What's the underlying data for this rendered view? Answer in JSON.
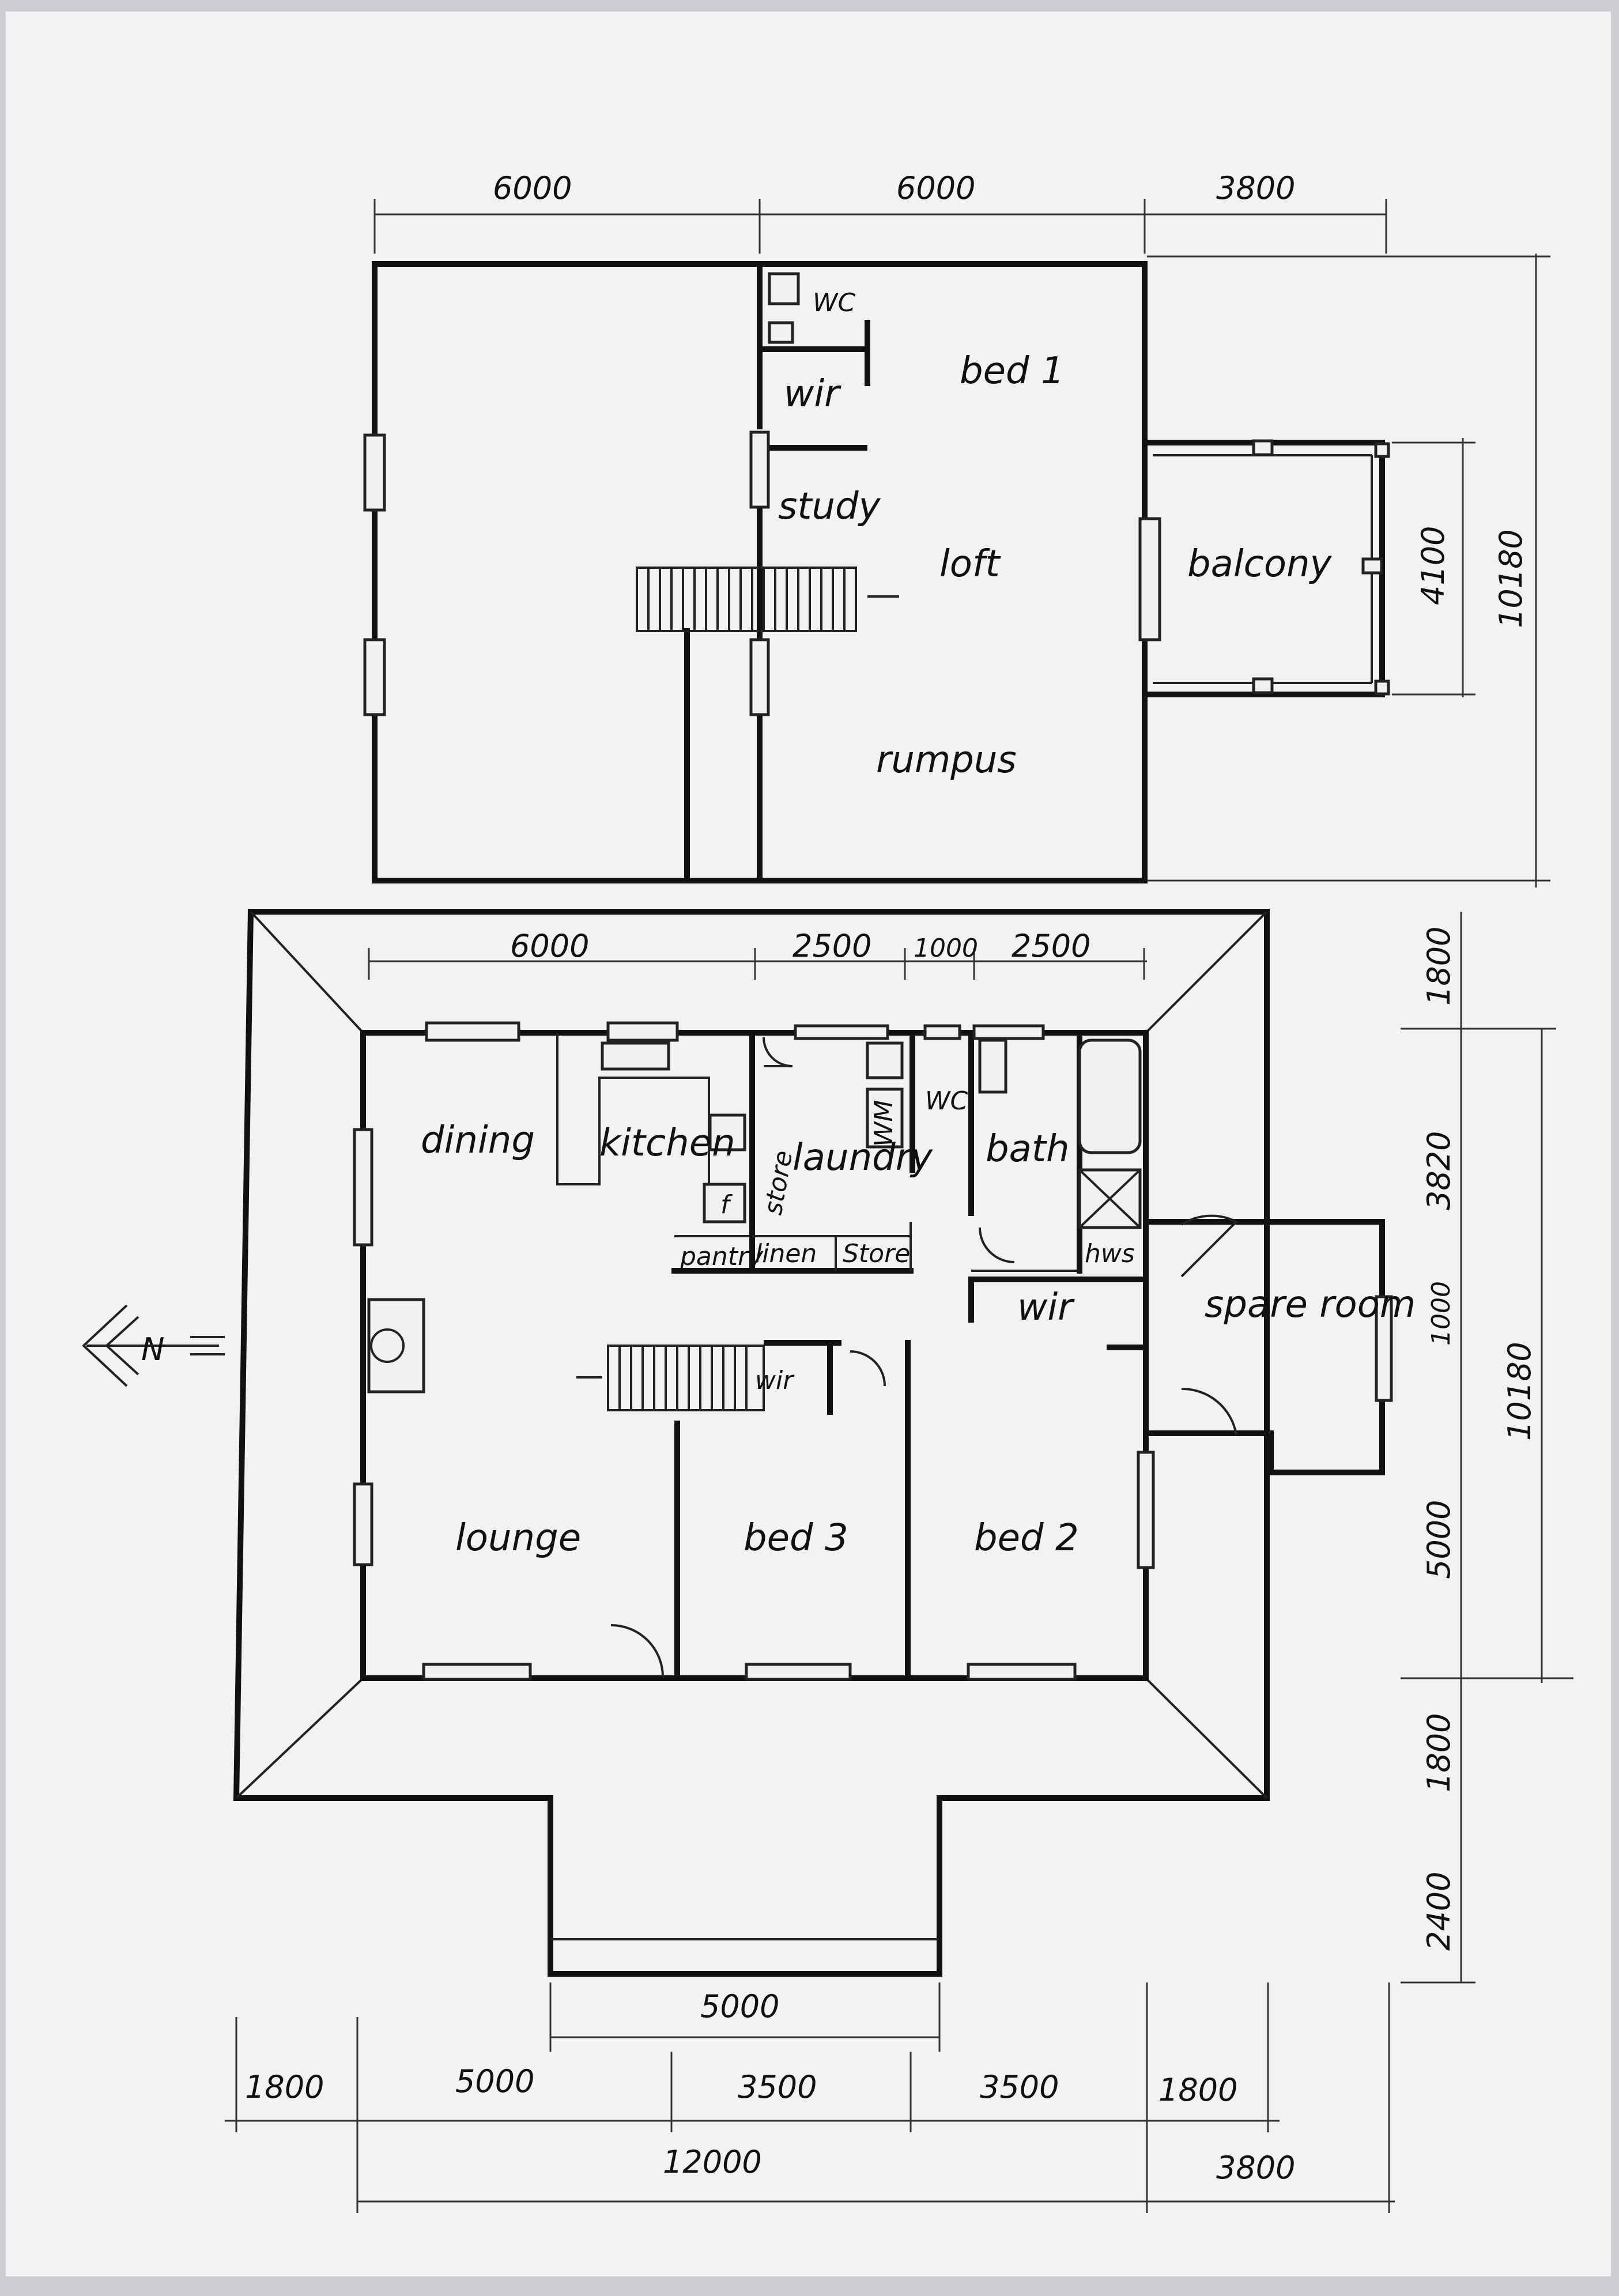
{
  "upper_floor": {
    "rooms": {
      "wc": "WC",
      "wir": "wir",
      "bed1": "bed 1",
      "study": "study",
      "loft": "loft",
      "balcony": "balcony",
      "rumpus": "rumpus"
    },
    "dimensions": {
      "top_a": "6000",
      "top_b": "6000",
      "top_c": "3800",
      "balcony_depth": "4100",
      "overall_depth": "10180"
    }
  },
  "ground_floor": {
    "rooms": {
      "dining": "dining",
      "kitchen": "kitchen",
      "store_1": "store",
      "laundry": "laundry",
      "wc": "WC",
      "wm": "WM",
      "bath": "bath",
      "hws": "hws",
      "pantry": "pantry",
      "fridge": "f",
      "linen": "linen",
      "store_2": "Store",
      "wir_1": "wir",
      "spare_room": "spare room",
      "wir_2": "wir",
      "lounge": "lounge",
      "bed3": "bed 3",
      "bed2": "bed 2"
    },
    "north_arrow": "N",
    "dimensions": {
      "top_a": "6000",
      "top_b": "2500",
      "top_c": "1000",
      "top_d": "2500",
      "right_eave_top": "1800",
      "right_a": "3820",
      "right_b": "1000",
      "right_c": "5000",
      "right_overall": "10180",
      "right_eave_bottom": "1800",
      "right_porch": "2400",
      "porch_width": "5000",
      "bottom_a": "1800",
      "bottom_b": "5000",
      "bottom_c": "3500",
      "bottom_d": "3500",
      "bottom_e": "1800",
      "bottom_overall": "12000",
      "bottom_right": "3800"
    }
  }
}
